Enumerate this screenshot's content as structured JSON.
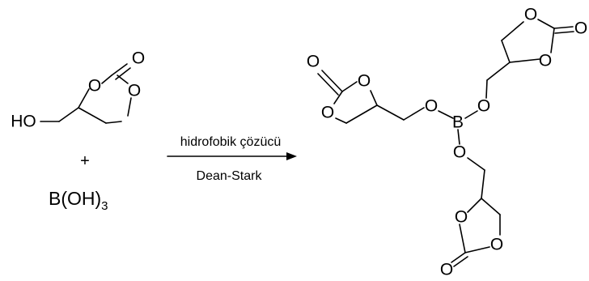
{
  "reactant": {
    "hydroxyl_label": "HO",
    "oxygen_label": "O"
  },
  "plus_sign": "+",
  "co_reactant": {
    "base": "B(OH)",
    "subscript": "3"
  },
  "conditions": {
    "above_arrow": "hidrofobik çözücü",
    "below_arrow": "Dean-Stark"
  },
  "product": {
    "boron_label": "B",
    "oxygen_label": "O"
  }
}
